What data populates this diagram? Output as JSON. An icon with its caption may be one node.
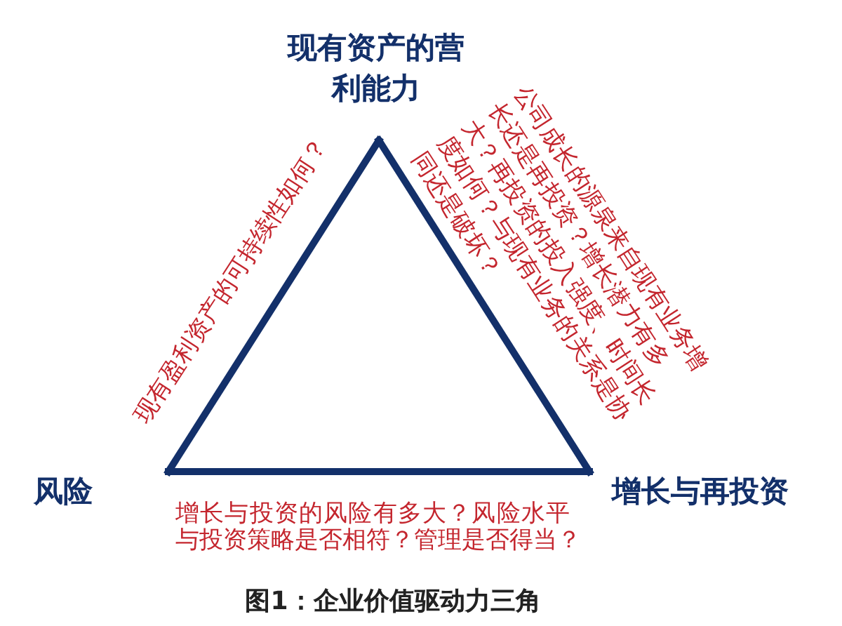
{
  "diagram": {
    "caption": "图1：企业价值驱动力三角",
    "nodes": [
      {
        "text": [
          "现有资产的营利能力"
        ]
      },
      {
        "text": [
          "风险"
        ]
      },
      {
        "text": [
          "增长与再投资"
        ]
      }
    ],
    "edges": [
      {
        "from": 0,
        "to": 1,
        "arrow": "none",
        "label": "现有盈利资产的可持续性如何？"
      },
      {
        "from": 0,
        "to": 2,
        "arrow": "none",
        "label": "公司成长的源泉来自现有业务增长还是再投资？增长潜力有多大？再投资的投入强度、时间长度如何？与现有业务的关系是协同还是破坏？"
      },
      {
        "from": 1,
        "to": 2,
        "arrow": "none",
        "label": "增长与投资的风险有多大？风险水平与投资策略是否相符？管理是否得当？"
      }
    ]
  }
}
